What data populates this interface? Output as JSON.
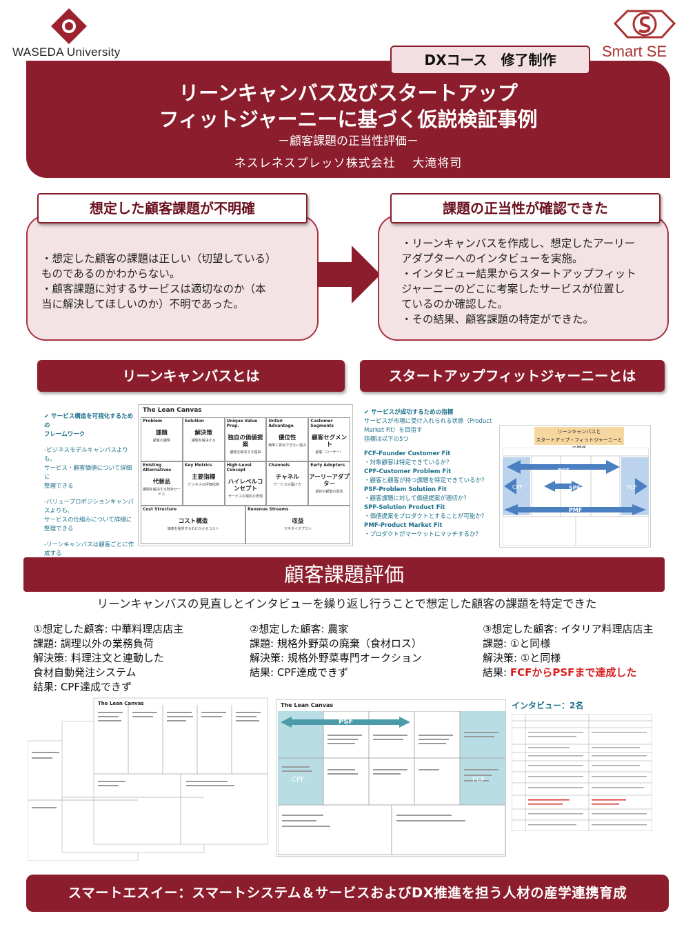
{
  "header": {
    "university": "WASEDA University",
    "brand": "Smart SE",
    "course_tab": "DXコース　修了制作",
    "title_line1": "リーンキャンバス及びスタートアップ",
    "title_line2": "フィットジャーニーに基づく仮説検証事例",
    "subtitle": "－顧客課題の正当性評価－",
    "author": "ネスレネスプレッソ株式会社　 大滝将司"
  },
  "problem": {
    "label": "想定した顧客課題が不明確",
    "lines": [
      "・想定した顧客の課題は正しい（切望している）",
      "ものであるのかわからない。",
      "・顧客課題に対するサービスは適切なのか（本",
      "当に解決してほしいのか）不明であった。"
    ]
  },
  "result": {
    "label": "課題の正当性が確認できた",
    "lines": [
      "・リーンキャンバスを作成し、想定したアーリー",
      "アダプターへのインタビューを実施。",
      "・インタビュー結果からスタートアップフィット",
      "ジャーニーのどこに考案したサービスが位置し",
      "ているのか確認した。",
      "・その結果、顧客課題の特定ができた。"
    ]
  },
  "lean": {
    "heading": "リーンキャンバスとは",
    "desc": [
      "✔ サービス構造を可視化するための",
      "フレームワーク",
      "",
      "-ビジネスモデルキャンバスよりも、",
      "サービス・顧客価値について詳細に",
      "整理できる",
      "",
      "-バリュープロポジションキャンバスよりも、",
      "サービスの仕組みについて詳細に",
      "整理できる",
      "",
      "-リーンキャンバスは顧客ごとに作成する"
    ],
    "canvas_title": "The Lean Canvas",
    "cells": [
      {
        "head": "Problem",
        "main": "課題",
        "sub": "顧客の課題"
      },
      {
        "head": "Solution",
        "main": "解決策",
        "sub": "課題を解決する"
      },
      {
        "head": "Unique Value Prop.",
        "main": "独自の価値提案",
        "sub": "課題を解決する理由"
      },
      {
        "head": "Unfair Advantage",
        "main": "優位性",
        "sub": "簡単に真似できない強み"
      },
      {
        "head": "Customer Segments",
        "main": "顧客セグメント",
        "sub": "顧客（ユーザー）"
      },
      {
        "head": "Existing Alternatives",
        "main": "代替品",
        "sub": "課題を解決する既存サービス"
      },
      {
        "head": "Key Metrics",
        "main": "主要指標",
        "sub": "ビジネスの評価指標"
      },
      {
        "head": "High-Level Concept",
        "main": "ハイレベルコンセプト",
        "sub": "サービスの端的な表現"
      },
      {
        "head": "Channels",
        "main": "チャネル",
        "sub": "サービスの届け方"
      },
      {
        "head": "Early Adopters",
        "main": "アーリーアダプター",
        "sub": "最初の顧客の属性"
      },
      {
        "head": "Cost Structure",
        "main": "コスト構造",
        "sub": "価値を提供するのにかかるコスト"
      },
      {
        "head": "Revenue Streams",
        "main": "収益",
        "sub": "マネタイズプラン"
      }
    ]
  },
  "sfj": {
    "heading": "スタートアップフィットジャーニーとは",
    "desc": [
      "✔ サービスが成功するための指標",
      "サービスが市場に受け入れられる状態（Product Market Fit）を目指す",
      "指標は以下の5つ",
      "",
      "FCF-Founder Customer Fit",
      "・対象顧客は特定できているか？",
      "CPF-Customer Problem Fit",
      "・顧客と顧客が持つ課題を特定できているか？",
      "PSF-Problem Solution Fit",
      "・顧客課題に対して価値提案が適切か？",
      "SPF-Solution Product Fit",
      "・価値提案をプロダクトとすることが可能か？",
      "PMF-Product Market Fit",
      "・プロダクトがマーケットにマッチするか？"
    ],
    "diagram_caption_1": "リーンキャンバスと",
    "diagram_caption_2": "スタートアップ・フィットジャーニーとの関係",
    "arrows": [
      "PSF",
      "SPF",
      "CPF",
      "FCF",
      "PMF"
    ]
  },
  "evaluation": {
    "heading": "顧客課題評価",
    "lead": "リーンキャンバスの見直しとインタビューを繰り返し行うことで想定した顧客の課題を特定できた",
    "case1": {
      "l1": "①想定した顧客: 中華料理店店主",
      "l2": "課題: 調理以外の業務負荷",
      "l3": "解決策: 料理注文と連動した",
      "l4": "食材自動発注システム",
      "l5": "結果: CPF達成できず"
    },
    "case2": {
      "l1": "②想定した顧客: 農家",
      "l2": "課題: 規格外野菜の廃棄（食材ロス）",
      "l3": "解決策: 規格外野菜専門オークション",
      "l4": "結果: CPF達成できず"
    },
    "case3": {
      "l1": "③想定した顧客: イタリア料理店店主",
      "l2": "課題: ①と同様",
      "l3": "解決策: ①と同様",
      "l4_prefix": "結果: ",
      "l4_red": "FCFからPSFまで達成した"
    },
    "interview_title": "インタビュー：2名",
    "canvas_title": "The Lean Canvas"
  },
  "footer": "スマートエスイー：スマートシステム＆サービスおよびDX推進を担う人材の産学連携育成",
  "colors": {
    "maroon": "#8c1d2c",
    "pink": "#f4e3e5",
    "teal": "#b8dde4",
    "blue_arrow": "#4a7fc1"
  }
}
